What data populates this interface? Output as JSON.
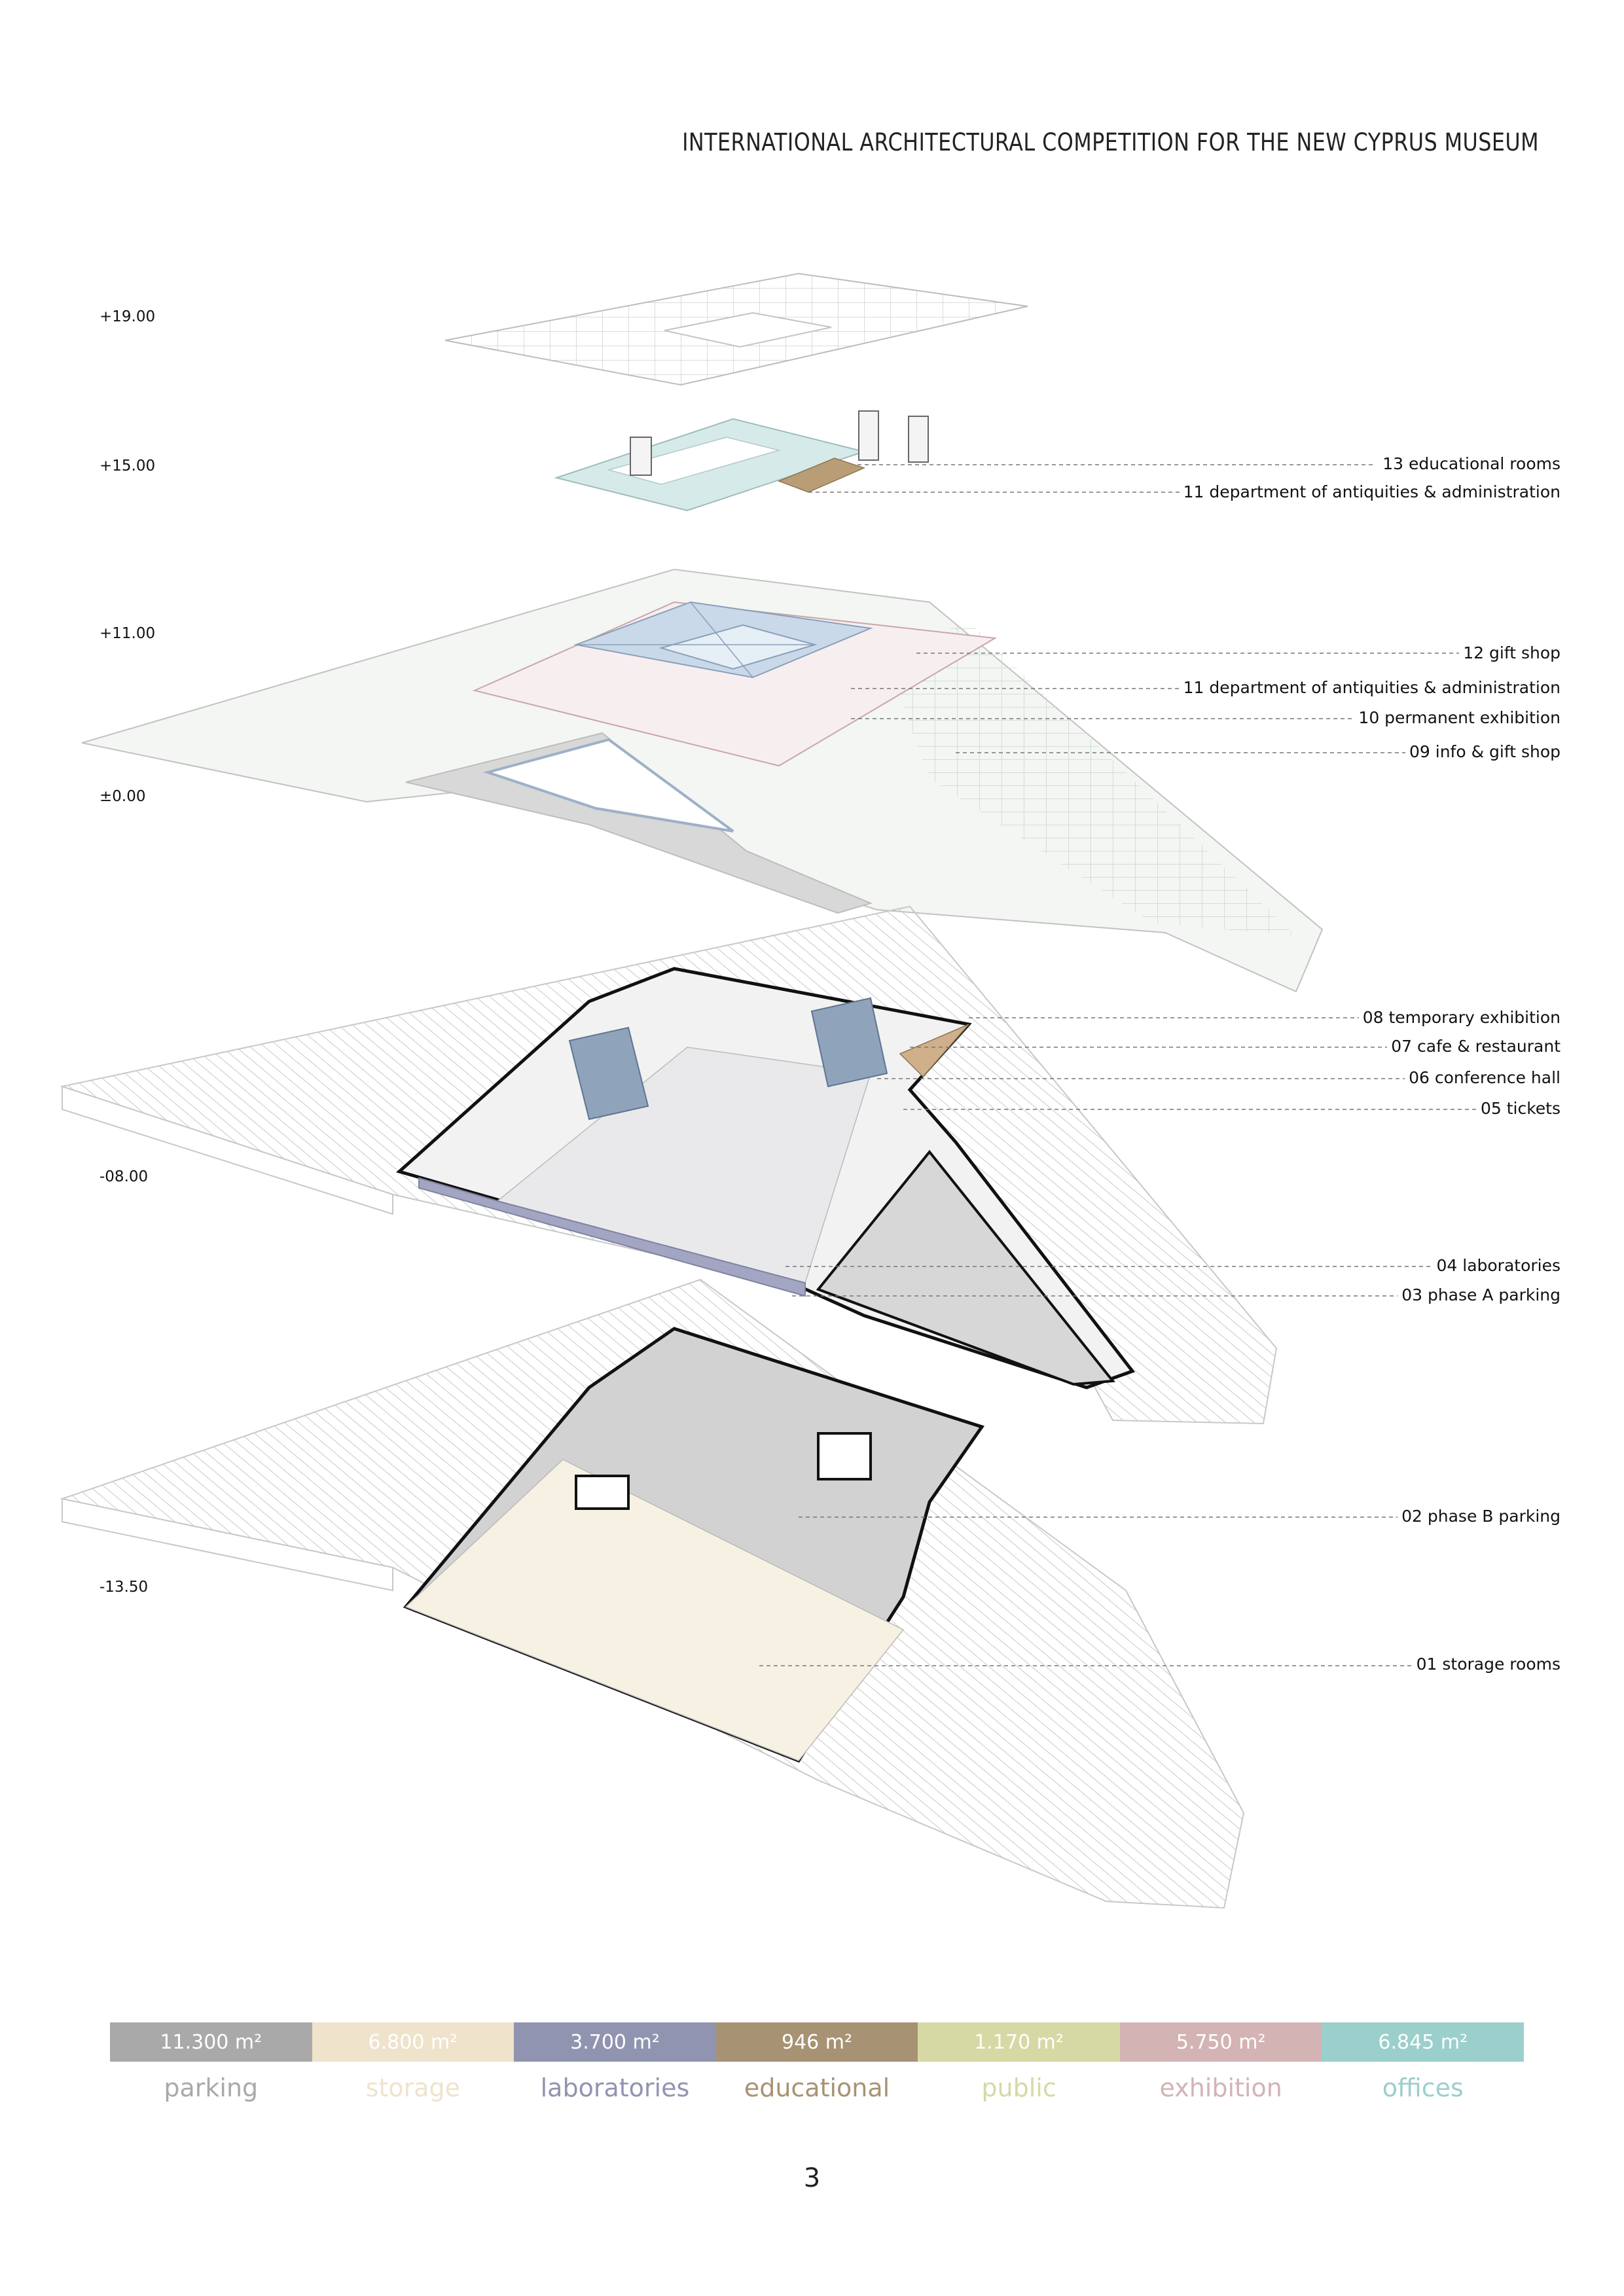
{
  "title": "INTERNATIONAL ARCHITECTURAL COMPETITION FOR THE NEW CYPRUS MUSEUM",
  "levels": [
    {
      "value": "+19.00"
    },
    {
      "value": "+15.00"
    },
    {
      "value": "+11.00"
    },
    {
      "value": "±0.00"
    },
    {
      "value": "-08.00"
    },
    {
      "value": "-13.50"
    }
  ],
  "labels": [
    {
      "text": "13 educational rooms"
    },
    {
      "text": "11 department of antiquities & administration"
    },
    {
      "text": "12 gift shop"
    },
    {
      "text": "11 department of antiquities & administration"
    },
    {
      "text": "10 permanent exhibition"
    },
    {
      "text": "09 info & gift shop"
    },
    {
      "text": "08 temporary exhibition"
    },
    {
      "text": "07 cafe & restaurant"
    },
    {
      "text": "06 conference hall"
    },
    {
      "text": "05 tickets"
    },
    {
      "text": "04 laboratories"
    },
    {
      "text": "03 phase A parking"
    },
    {
      "text": "02 phase B parking"
    },
    {
      "text": "01 storage rooms"
    }
  ],
  "legend": [
    {
      "area": "11.300 m²",
      "name": "parking",
      "color": "#a9a9a9"
    },
    {
      "area": "6.800 m²",
      "name": "storage",
      "color": "#efe3cc"
    },
    {
      "area": "3.700 m²",
      "name": "laboratories",
      "color": "#9194b0"
    },
    {
      "area": "946 m²",
      "name": "educational",
      "color": "#a89274"
    },
    {
      "area": "1.170 m²",
      "name": "public",
      "color": "#d6d9a4"
    },
    {
      "area": "5.750 m²",
      "name": "exhibition",
      "color": "#d4b3b5"
    },
    {
      "area": "6.845 m²",
      "name": "offices",
      "color": "#9bcfcc"
    }
  ],
  "page_number": "3"
}
